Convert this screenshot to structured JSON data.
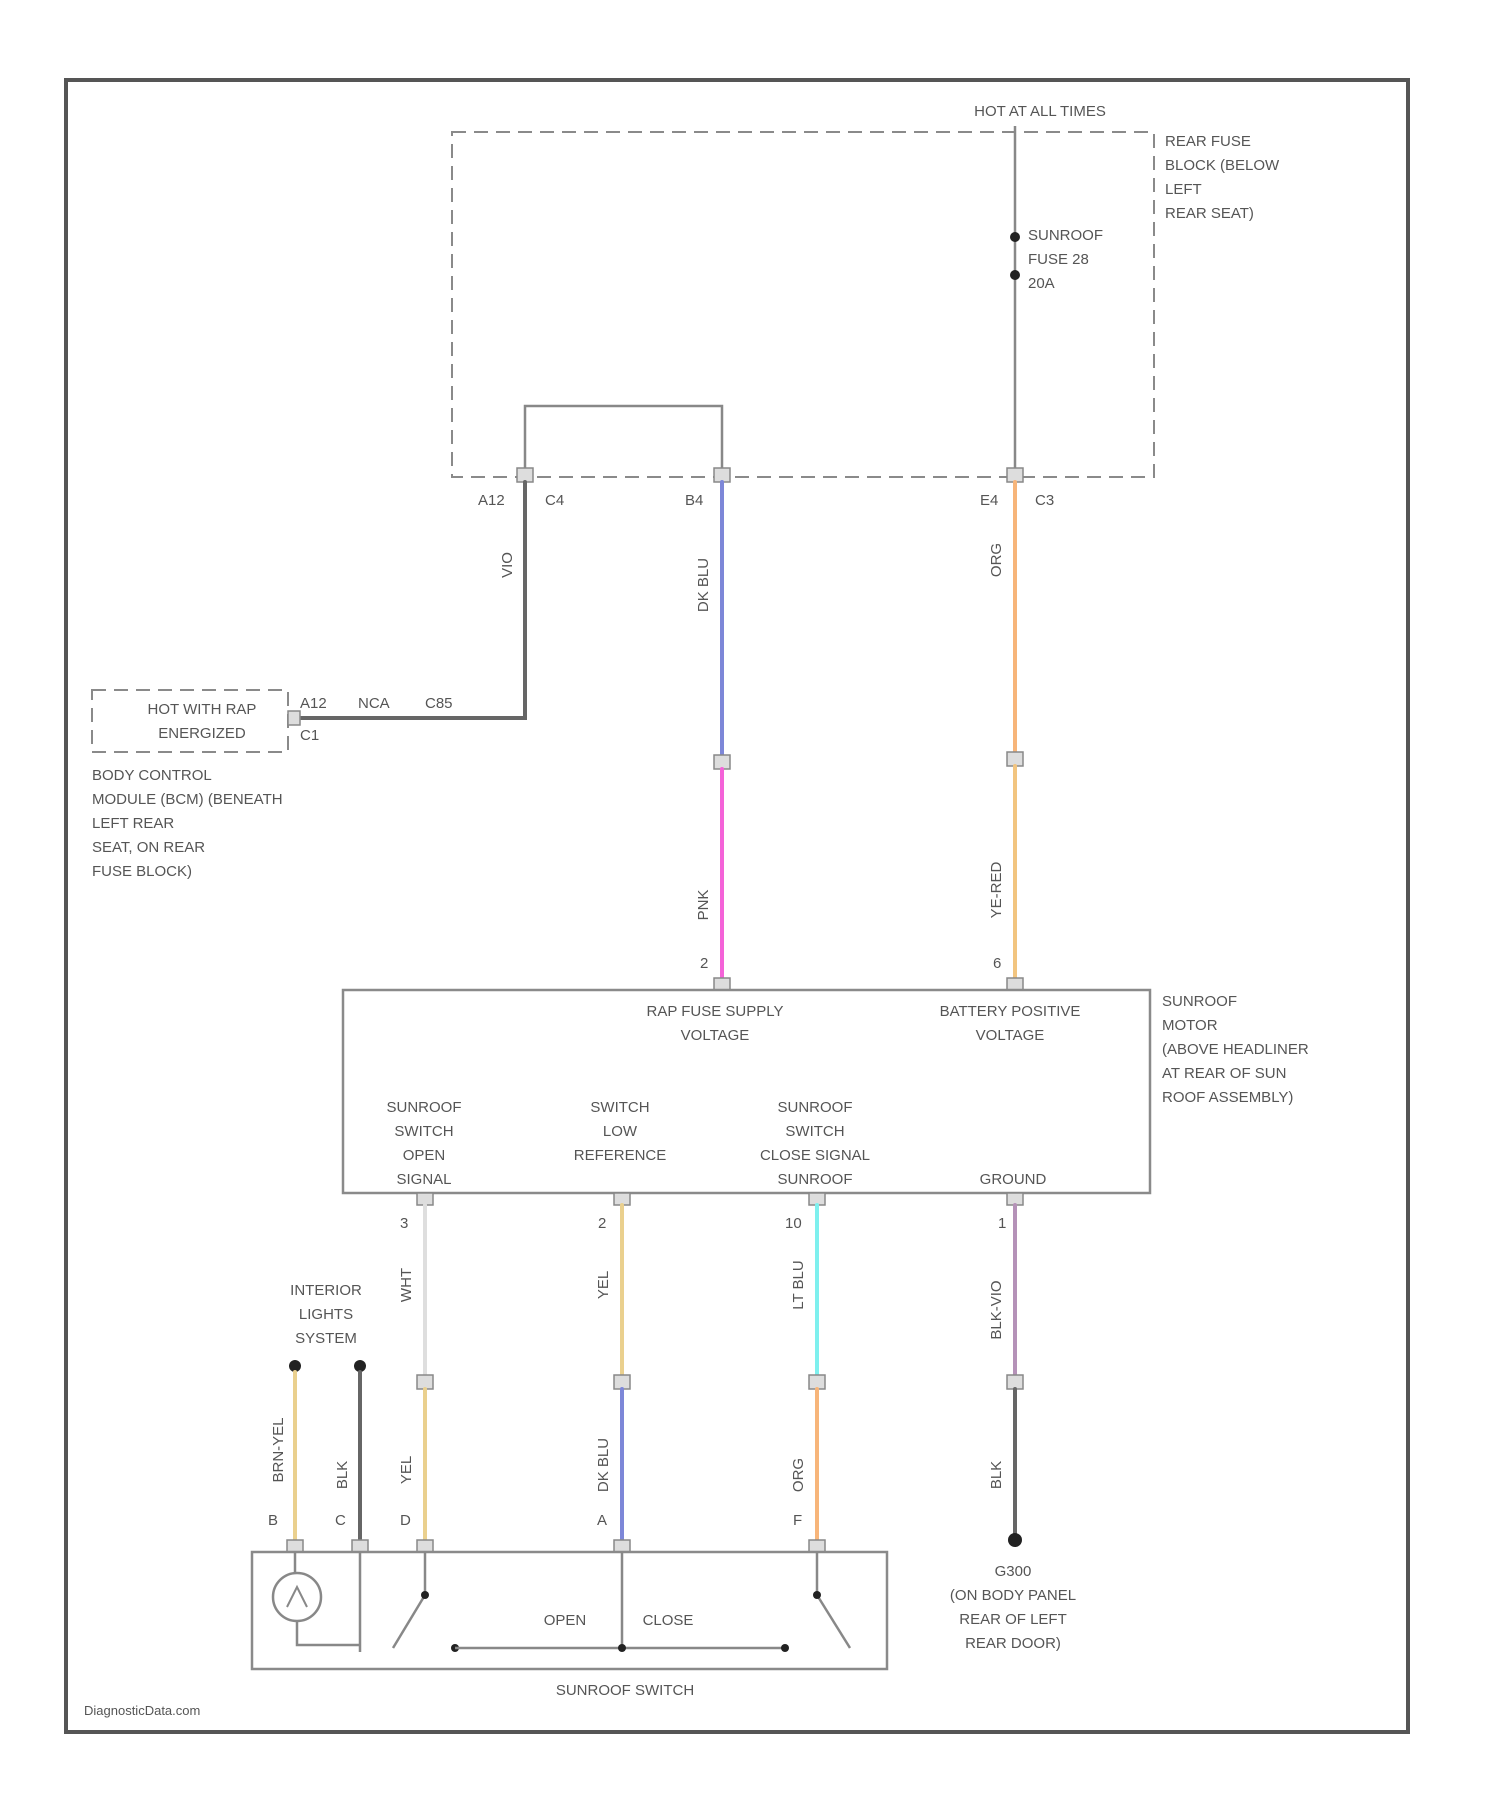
{
  "diagram": {
    "footer": "DiagnosticData.com",
    "power_label": "HOT AT ALL TIMES",
    "rear_fuse_block": [
      "REAR FUSE",
      "BLOCK (BELOW",
      "LEFT",
      "REAR SEAT)"
    ],
    "fuse": [
      "SUNROOF",
      "FUSE 28",
      "20A"
    ],
    "pins_top": {
      "a12": "A12",
      "c4": "C4",
      "b4": "B4",
      "e4": "E4",
      "c3": "C3"
    },
    "wire_colors": {
      "vio": "VIO",
      "dk_blu": "DK BLU",
      "org": "ORG",
      "pnk": "PNK",
      "ye_red": "YE-RED",
      "wht": "WHT",
      "yel": "YEL",
      "lt_blu": "LT BLU",
      "blk_vio": "BLK-VIO",
      "brn_yel": "BRN-YEL",
      "blk": "BLK",
      "yel2": "YEL",
      "dk_blu2": "DK BLU",
      "org2": "ORG",
      "blk2": "BLK"
    },
    "bcm_box": [
      "HOT WITH RAP",
      "ENERGIZED"
    ],
    "bcm_pins": [
      "A12",
      "NCA",
      "C85"
    ],
    "bcm_pin_c": "C1",
    "bcm_label": [
      "BODY CONTROL",
      "MODULE (BCM) (BENEATH",
      "LEFT REAR",
      "SEAT, ON REAR",
      "FUSE BLOCK)"
    ],
    "motor_pins_top": {
      "p2": "2",
      "p6": "6"
    },
    "motor_top_labels": {
      "rap": [
        "RAP FUSE SUPPLY",
        "VOLTAGE"
      ],
      "batt": [
        "BATTERY POSITIVE",
        "VOLTAGE"
      ]
    },
    "motor_signals": {
      "open": [
        "SUNROOF",
        "SWITCH",
        "OPEN",
        "SIGNAL"
      ],
      "low": [
        "SWITCH",
        "LOW",
        "REFERENCE"
      ],
      "close": [
        "SUNROOF",
        "SWITCH",
        "CLOSE SIGNAL",
        "SUNROOF"
      ],
      "ground": [
        "GROUND"
      ]
    },
    "motor_label": [
      "SUNROOF",
      "MOTOR",
      "(ABOVE HEADLINER",
      "AT REAR OF SUN",
      "ROOF ASSEMBLY)"
    ],
    "motor_pins_bottom": {
      "p3": "3",
      "p2b": "2",
      "p10": "10",
      "p1": "1"
    },
    "interior_lights": [
      "INTERIOR",
      "LIGHTS",
      "SYSTEM"
    ],
    "switch_pins": {
      "b": "B",
      "c": "C",
      "d": "D",
      "a": "A",
      "f": "F"
    },
    "switch_labels": {
      "open": "OPEN",
      "close": "CLOSE",
      "title": "SUNROOF SWITCH"
    },
    "ground_label": [
      "G300",
      "(ON BODY PANEL",
      "REAR OF LEFT",
      "REAR DOOR)"
    ]
  },
  "colors": {
    "dk_blu": "#7d87d8",
    "org": "#f7b57a",
    "pnk": "#f462d8",
    "ye_red": "#f2c580",
    "yel": "#ead08e",
    "wht": "#dedede",
    "lt_blu": "#7ef0ee",
    "blk_vio": "#b592b8",
    "vio_gray": "#7a7a7a",
    "blk": "#666666"
  }
}
